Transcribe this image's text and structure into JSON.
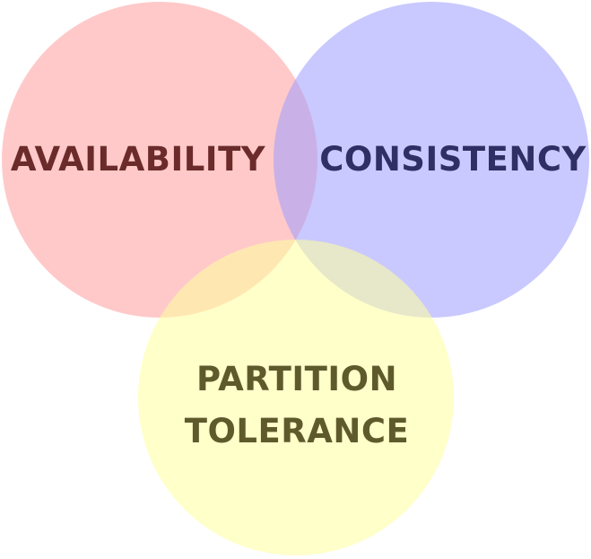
{
  "diagram": {
    "type": "venn",
    "sets": [
      {
        "key": "availability",
        "label": "AVAILABILITY",
        "fill": "#ff9c9c",
        "text_color": "#6b2b2b"
      },
      {
        "key": "consistency",
        "label": "CONSISTENCY",
        "fill": "#9c9cff",
        "text_color": "#2f2f66"
      },
      {
        "key": "partition",
        "label_lines": [
          "PARTITION",
          "TOLERANCE"
        ],
        "fill": "#ffffa0",
        "text_color": "#5f5a2c"
      }
    ]
  }
}
